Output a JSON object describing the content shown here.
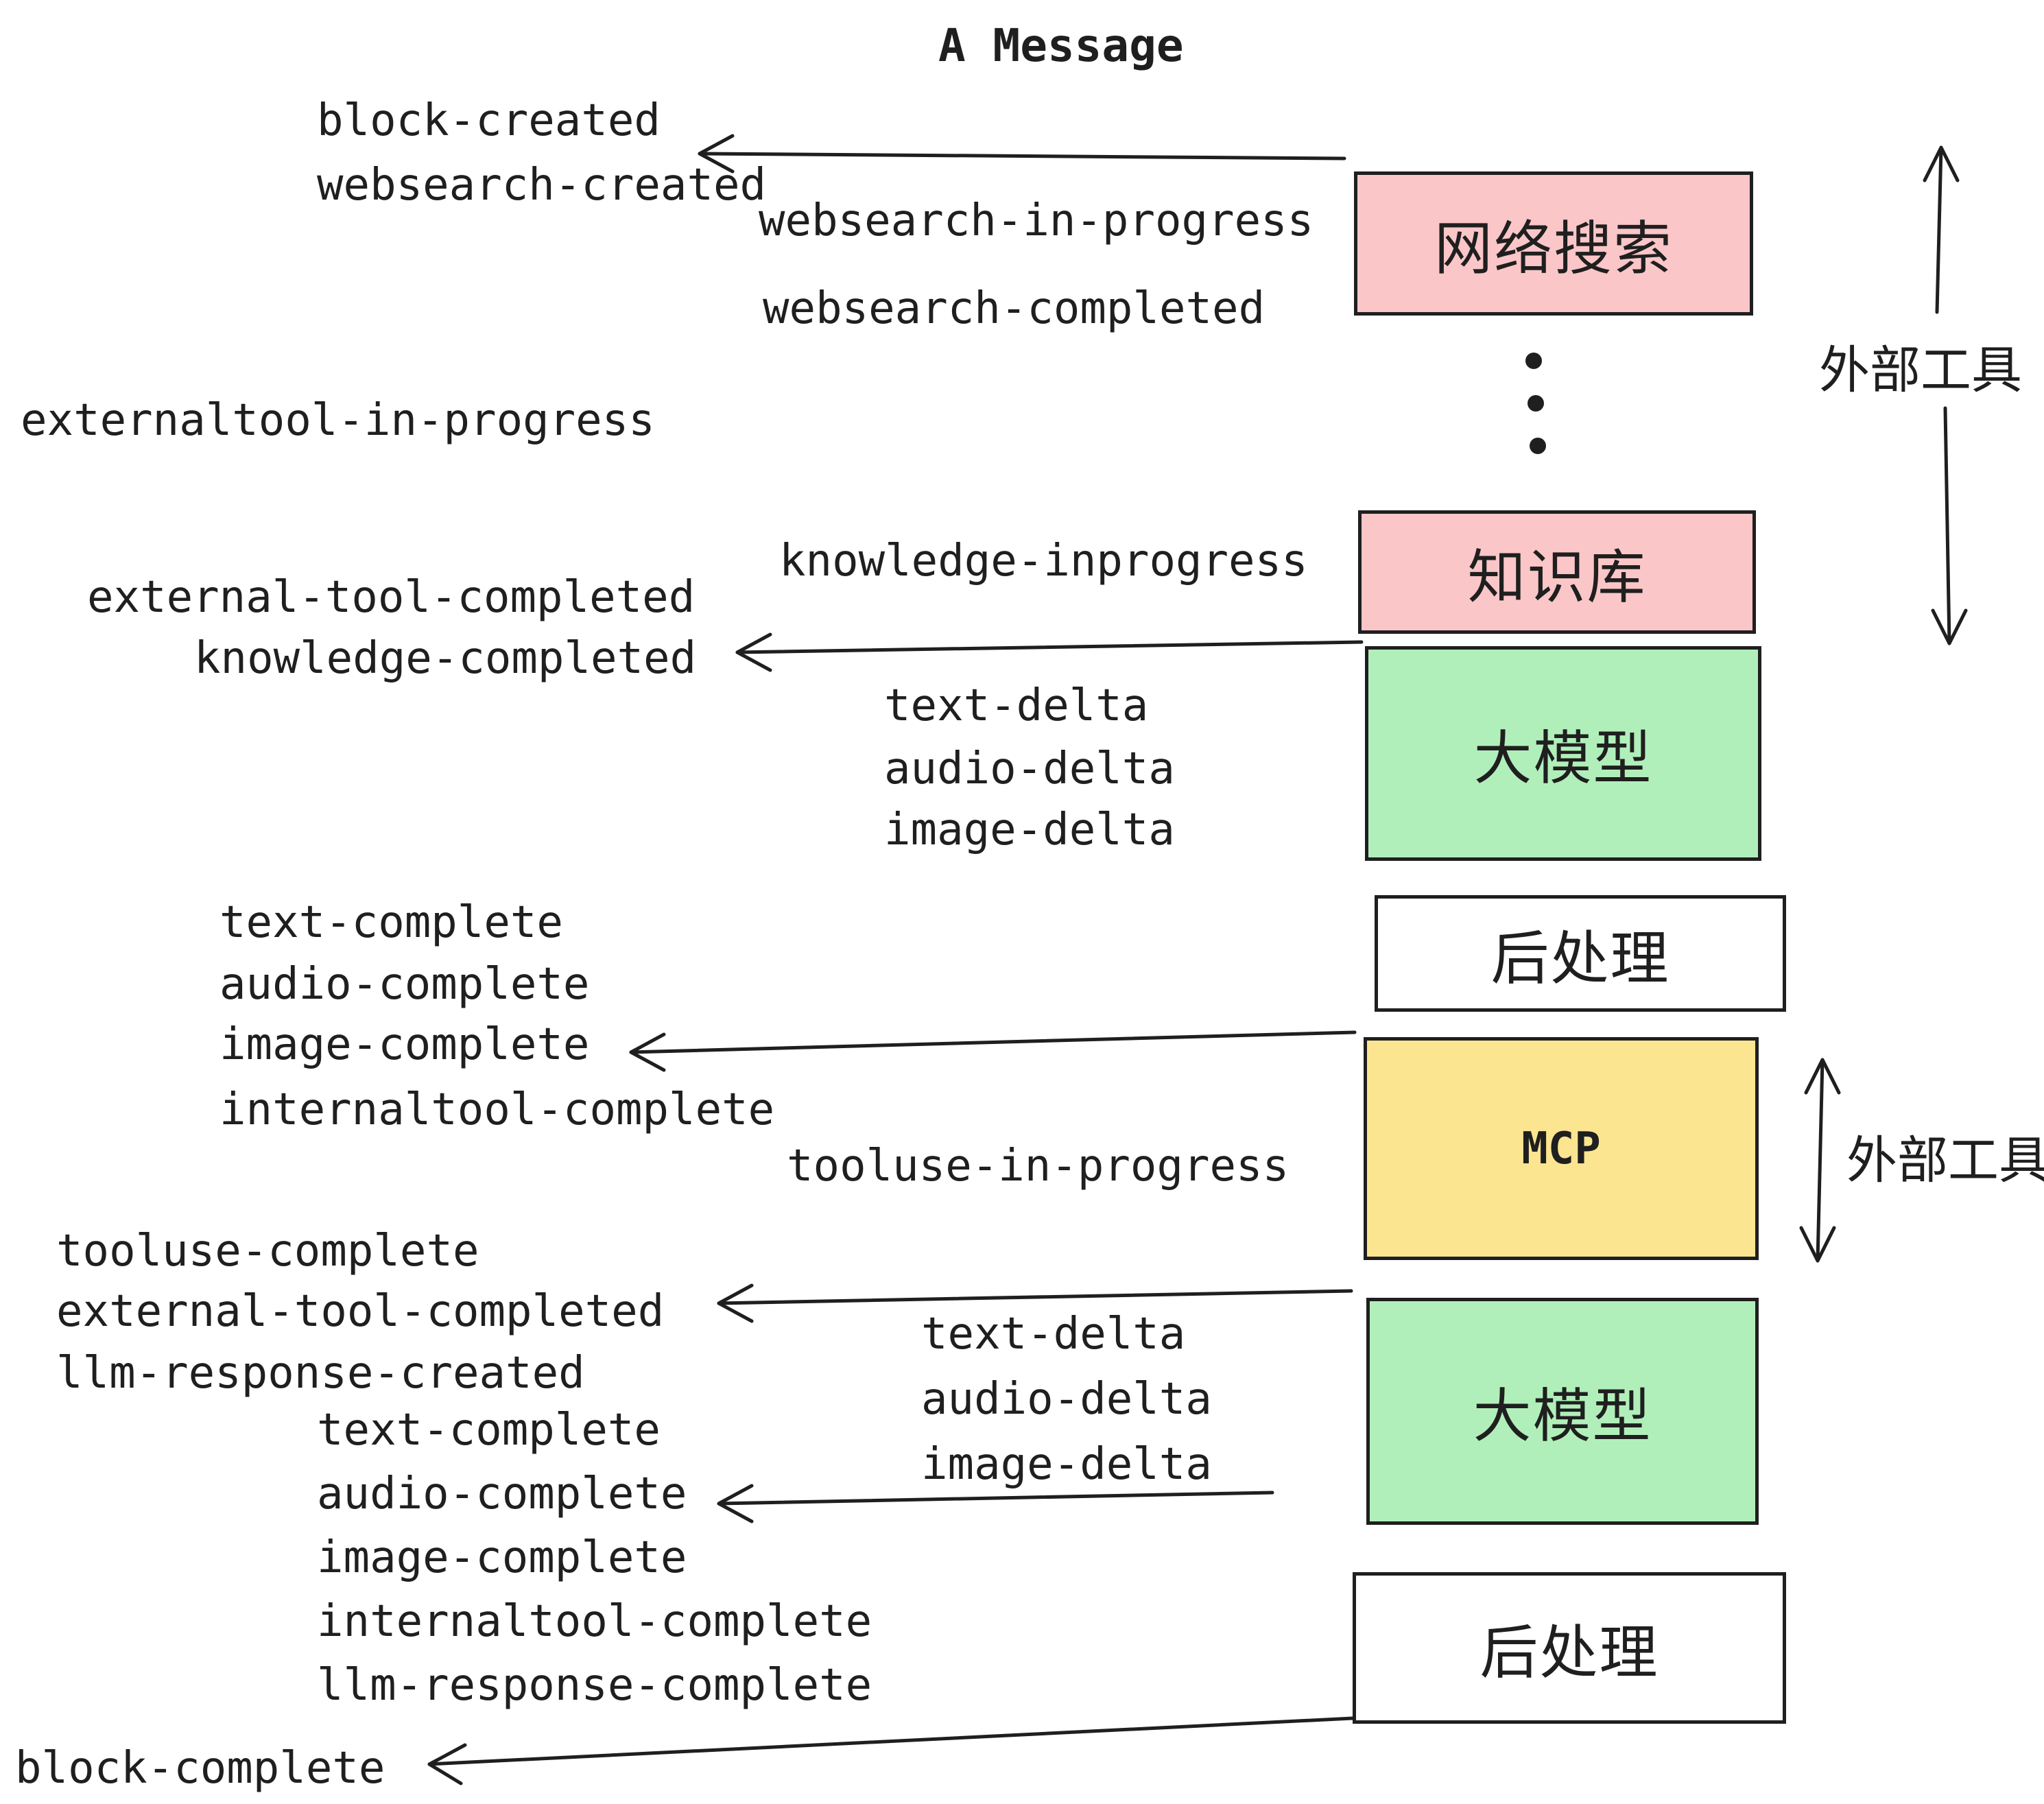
{
  "title": "A Message",
  "boxes": [
    {
      "label": "网络搜索",
      "color": "#fbc6c8"
    },
    {
      "label": "知识库",
      "color": "#fbc6c8"
    },
    {
      "label": "大模型",
      "color": "#b1efba"
    },
    {
      "label": "后处理",
      "color": "#ffffff"
    },
    {
      "label": "MCP",
      "color": "#fbe591"
    },
    {
      "label": "大模型",
      "color": "#b1efba"
    },
    {
      "label": "后处理",
      "color": "#ffffff"
    }
  ],
  "side_labels": [
    {
      "text": "外部工具"
    },
    {
      "text": "外部工具"
    }
  ],
  "events": [
    {
      "text": "block-created"
    },
    {
      "text": "websearch-created"
    },
    {
      "text": "websearch-in-progress"
    },
    {
      "text": "websearch-completed"
    },
    {
      "text": "externaltool-in-progress"
    },
    {
      "text": "knowledge-inprogress"
    },
    {
      "text": "external-tool-completed"
    },
    {
      "text": "knowledge-completed"
    },
    {
      "text": "text-delta"
    },
    {
      "text": "audio-delta"
    },
    {
      "text": "image-delta"
    },
    {
      "text": "text-complete"
    },
    {
      "text": "audio-complete"
    },
    {
      "text": "image-complete"
    },
    {
      "text": "internaltool-complete"
    },
    {
      "text": "tooluse-in-progress"
    },
    {
      "text": "tooluse-complete"
    },
    {
      "text": "external-tool-completed"
    },
    {
      "text": "llm-response-created"
    },
    {
      "text": "text-delta"
    },
    {
      "text": "audio-delta"
    },
    {
      "text": "image-delta"
    },
    {
      "text": "text-complete"
    },
    {
      "text": "audio-complete"
    },
    {
      "text": "image-complete"
    },
    {
      "text": "internaltool-complete"
    },
    {
      "text": "llm-response-complete"
    },
    {
      "text": "block-complete"
    }
  ],
  "colors": {
    "pink": "#fbc6c8",
    "green": "#b1efba",
    "yellow": "#fbe591",
    "white": "#ffffff",
    "ink": "#1f1f1f"
  }
}
